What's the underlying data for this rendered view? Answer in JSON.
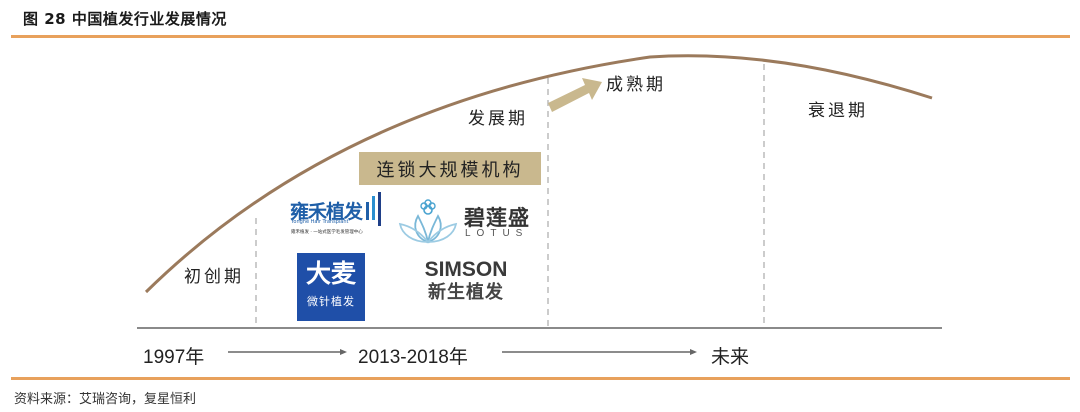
{
  "figure": {
    "title": "图 28  中国植发行业发展情况",
    "source": "资料来源：艾瑞咨询，复星恒利"
  },
  "phases": [
    {
      "label": "初创期"
    },
    {
      "label": "发展期"
    },
    {
      "label": "成熟期"
    },
    {
      "label": "衰退期"
    }
  ],
  "chain_box": {
    "label": "连锁大规模机构"
  },
  "logos": {
    "yonghe": {
      "name_cn": "雍禾植发",
      "name_en": "Yonghe Hair Transplant",
      "tagline": "雍禾植发 · 一站式医学毛发管理中心"
    },
    "damai": {
      "name_cn": "大麦",
      "subtitle": "微针植发"
    },
    "lotus": {
      "name_cn": "碧莲盛",
      "name_en": "LOTUS"
    },
    "simson": {
      "name_en": "SIMSON",
      "name_cn": "新生植发"
    }
  },
  "timeline": {
    "start": "1997年",
    "middle": "2013-2018年",
    "end": "未来"
  },
  "colors": {
    "curve": "#9b7a5c",
    "accent_rule": "#e8a15c",
    "chain_box": "#c9b88e",
    "arrow": "#c9b88e",
    "damai_blue": "#1f4fa8",
    "yonghe_blue": "#1f5fa8"
  }
}
